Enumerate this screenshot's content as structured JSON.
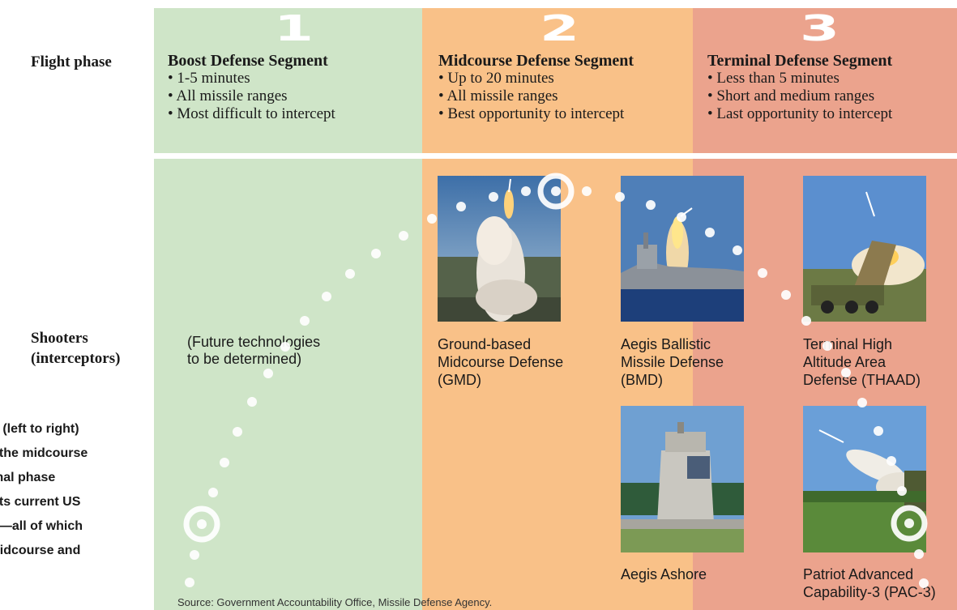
{
  "row_labels": {
    "flight_phase": "Flight phase",
    "shooters": [
      "Shooters",
      "(interceptors)"
    ]
  },
  "segments": [
    {
      "number": "1",
      "title": "Boost Defense Segment",
      "bullets": [
        "• 1-5 minutes",
        "• All missile ranges",
        "• Most difficult to intercept"
      ],
      "color": "#cfe5c8"
    },
    {
      "number": "2",
      "title": "Midcourse Defense Segment",
      "bullets": [
        "• Up to 20 minutes",
        "• All missile ranges",
        "• Best opportunity to intercept"
      ],
      "color": "#f9c188"
    },
    {
      "number": "3",
      "title": "Terminal Defense Segment",
      "bullets": [
        "• Less than 5 minutes",
        "• Short and medium ranges",
        "• Last opportunity to intercept"
      ],
      "color": "#eba38d"
    }
  ],
  "future_note": [
    "(Future technologies",
    "to be determined)"
  ],
  "shooters": [
    {
      "id": "gmd",
      "caption": [
        "Ground-based",
        "Midcourse Defense",
        "(GMD)"
      ],
      "image": "missile-launch-photo"
    },
    {
      "id": "bmd",
      "caption": [
        "Aegis Ballistic",
        "Missile Defense",
        "(BMD)"
      ],
      "image": "ship-launch-photo"
    },
    {
      "id": "thaad",
      "caption": [
        "Terminal High",
        "Altitude Area",
        "Defense (THAAD)"
      ],
      "image": "truck-launcher-photo"
    },
    {
      "id": "ashore",
      "caption": [
        "Aegis Ashore"
      ],
      "image": "radar-building-photo"
    },
    {
      "id": "pac3",
      "caption": [
        "Patriot Advanced",
        "Capability-3 (PAC-3)"
      ],
      "image": "patriot-launch-photo"
    }
  ],
  "side_text": [
    "y (left to right)",
    ", the midcourse",
    "inal phase",
    "cts current US",
    "s—all of which",
    "nidcourse and"
  ],
  "source": "Source: Government Accountability Office, Missile Defense Agency."
}
